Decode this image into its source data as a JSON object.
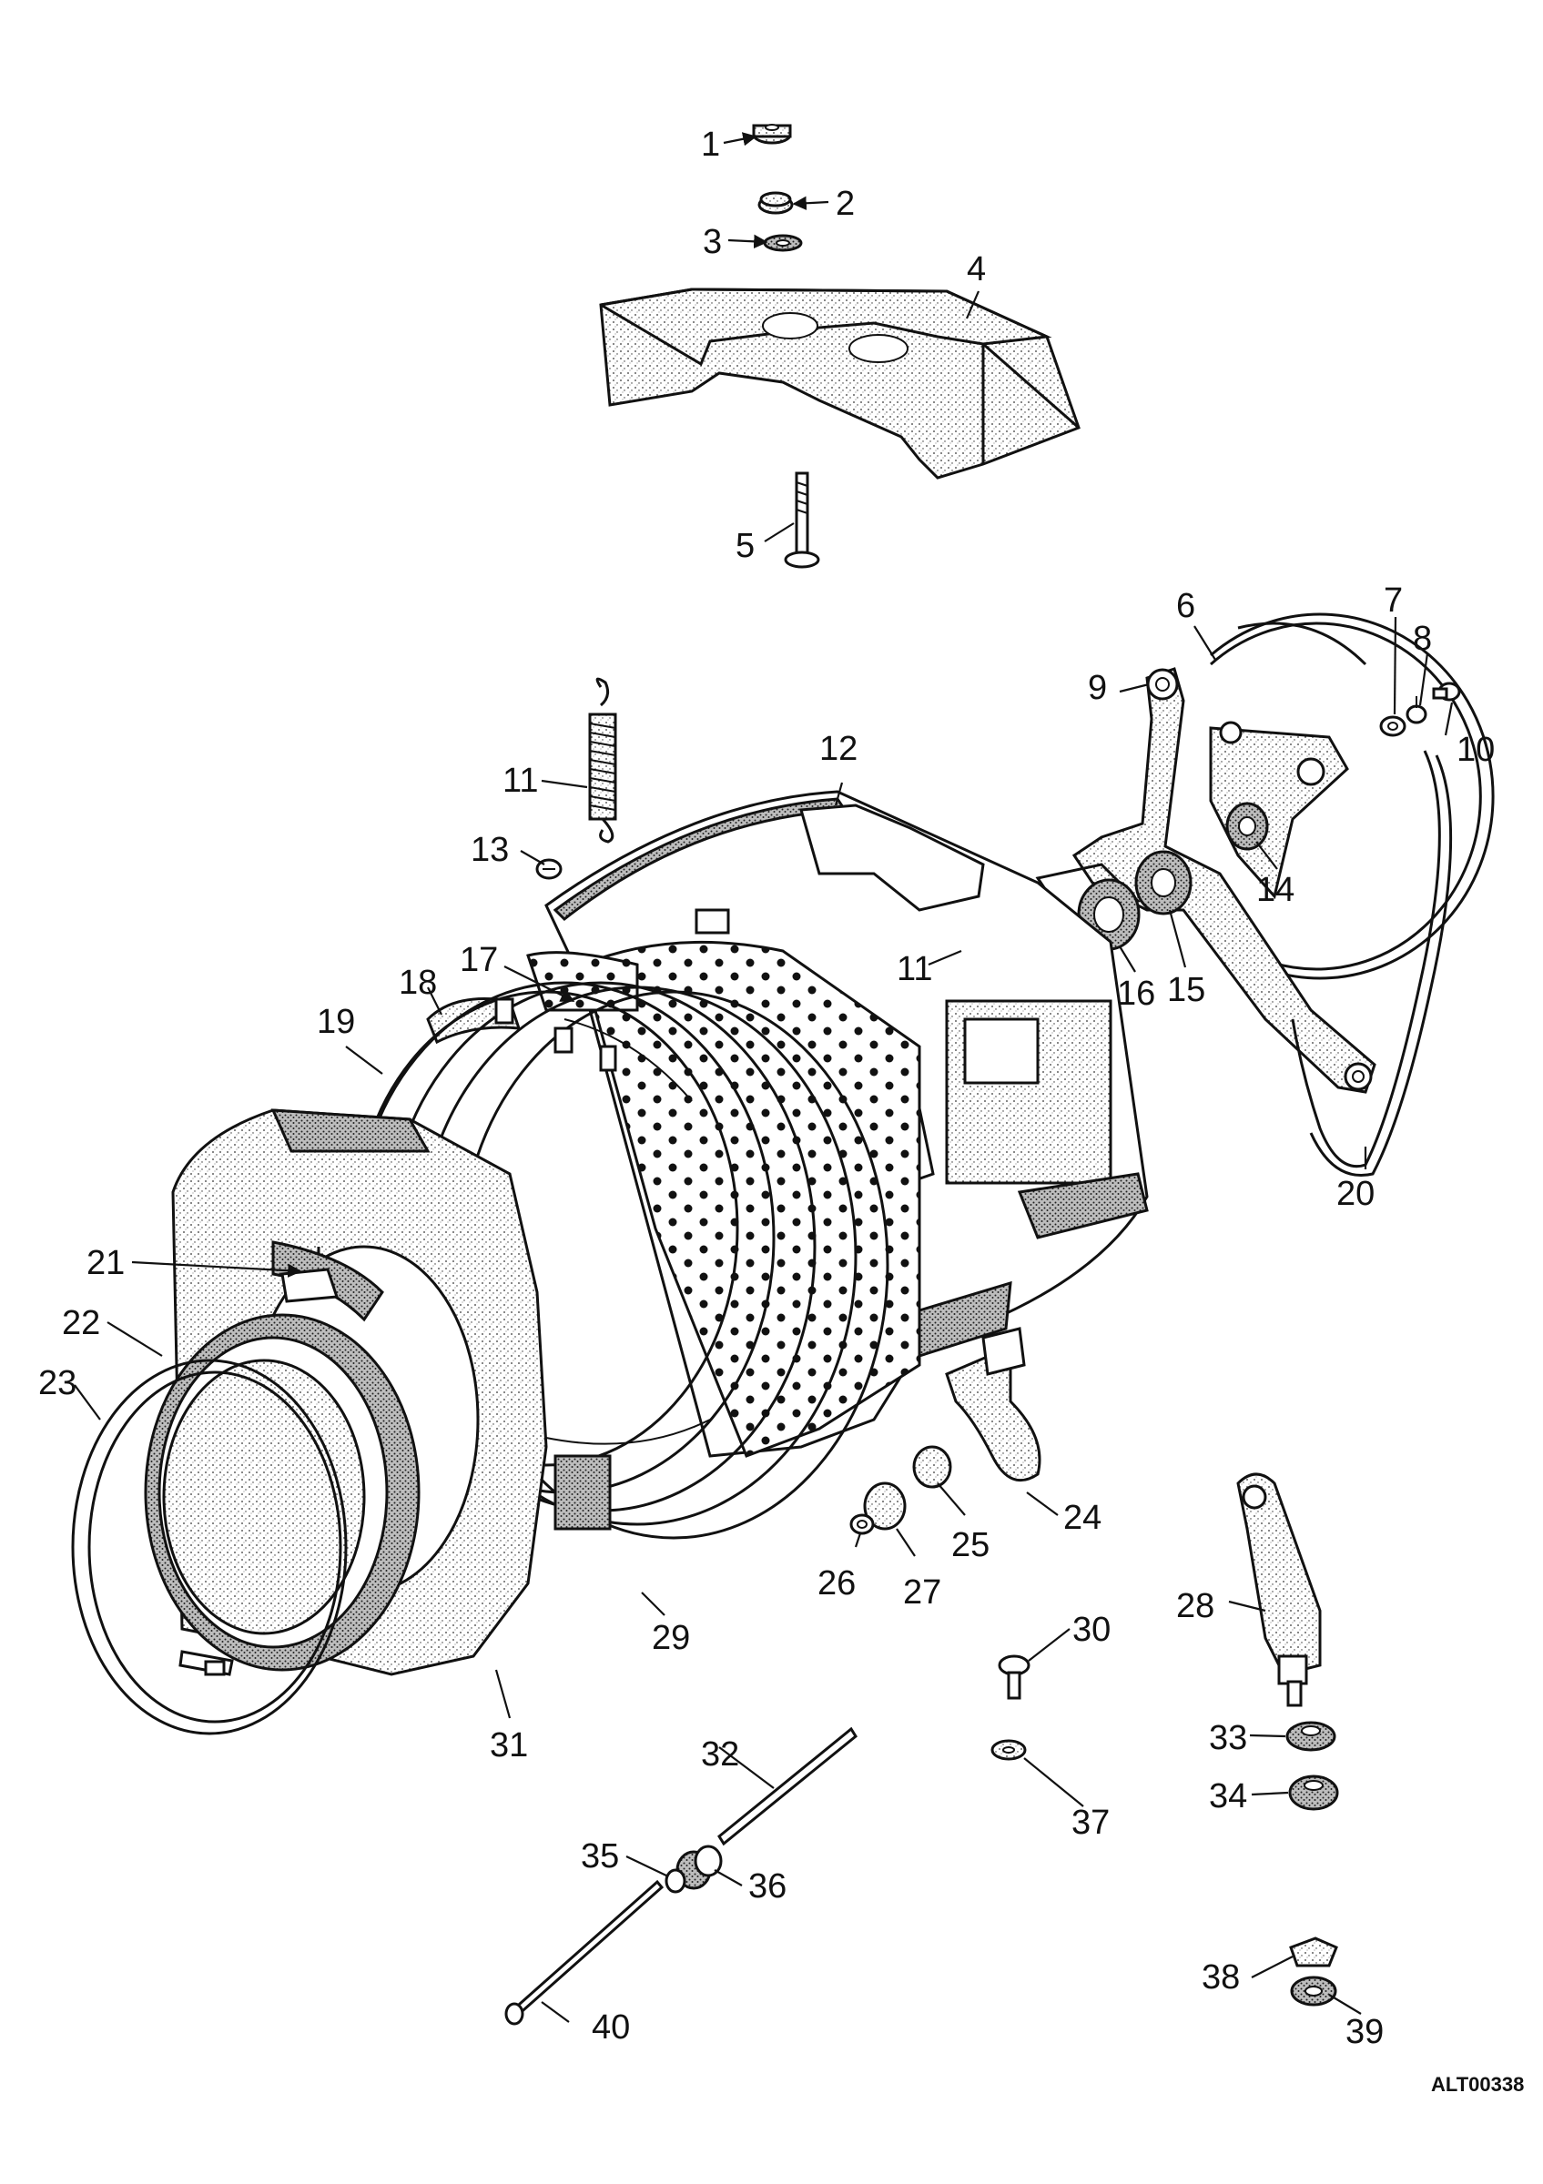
{
  "drawing_code": "ALT00338",
  "callouts": [
    "1",
    "2",
    "3",
    "4",
    "5",
    "6",
    "7",
    "8",
    "9",
    "10",
    "11",
    "11",
    "12",
    "13",
    "14",
    "15",
    "16",
    "17",
    "18",
    "19",
    "20",
    "21",
    "22",
    "23",
    "24",
    "25",
    "26",
    "27",
    "28",
    "29",
    "30",
    "31",
    "32",
    "33",
    "34",
    "35",
    "36",
    "37",
    "38",
    "39",
    "40"
  ]
}
